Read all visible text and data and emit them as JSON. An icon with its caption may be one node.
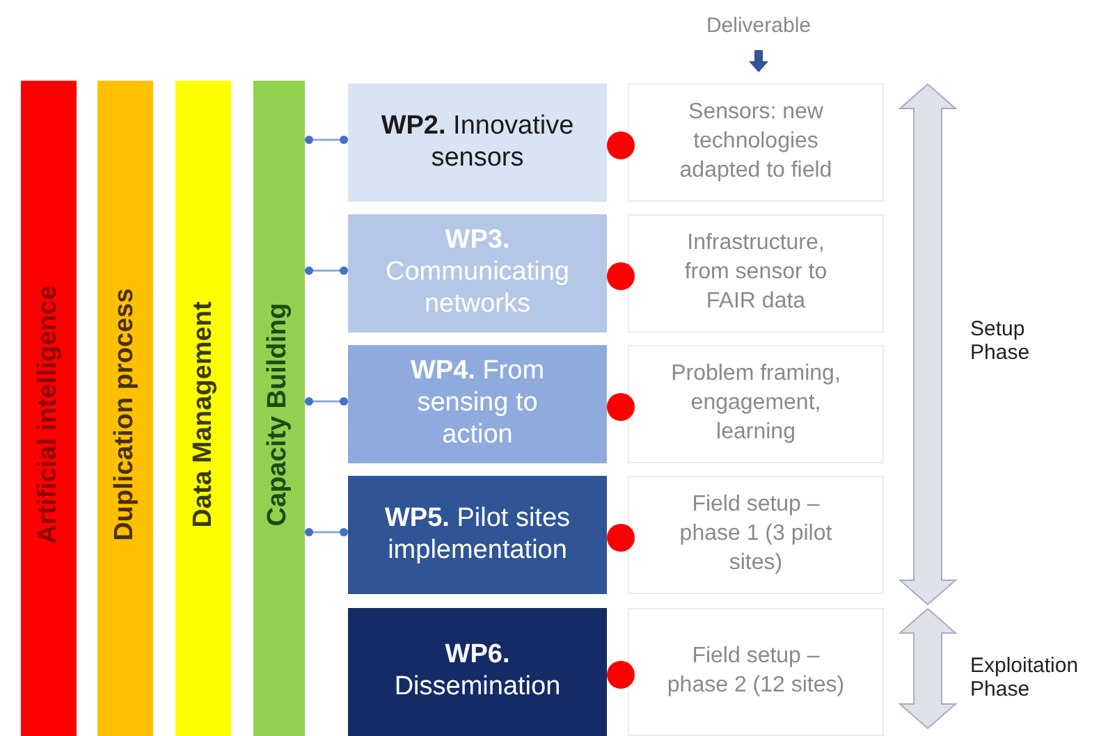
{
  "diagram": {
    "nodes": [
      {
        "text": [
          "Artificial intelligence"
        ]
      },
      {
        "text": [
          "Duplication process"
        ]
      },
      {
        "text": [
          "Data Management"
        ]
      },
      {
        "text": [
          "Capacity Building"
        ]
      },
      {
        "text": [
          "**WP2.** Innovative sensors"
        ]
      },
      {
        "text": [
          "**WP3.** Communicating networks"
        ]
      },
      {
        "text": [
          "**WP4.** From sensing to action"
        ]
      },
      {
        "text": [
          "**WP5.** Pilot sites implementation"
        ]
      },
      {
        "text": [
          "**WP6.** Dissemination"
        ]
      },
      {
        "text": [
          "Sensors: new technologies adapted to field"
        ]
      },
      {
        "text": [
          "Infrastructure, from sensor to FAIR data"
        ]
      },
      {
        "text": [
          "Problem framing, engagement, learning"
        ]
      },
      {
        "text": [
          "Field setup – phase 1 (3 pilot sites)"
        ]
      },
      {
        "text": [
          "Field setup – phase 2 (12 sites)"
        ]
      }
    ],
    "edges": [
      {
        "from": 3,
        "to": 4,
        "arrow": "other"
      },
      {
        "from": 3,
        "to": 5,
        "arrow": "other"
      },
      {
        "from": 3,
        "to": 6,
        "arrow": "other"
      },
      {
        "from": 3,
        "to": 7,
        "arrow": "other"
      }
    ],
    "labels": [
      "Deliverable",
      "Setup Phase",
      "Exploitation Phase"
    ]
  }
}
